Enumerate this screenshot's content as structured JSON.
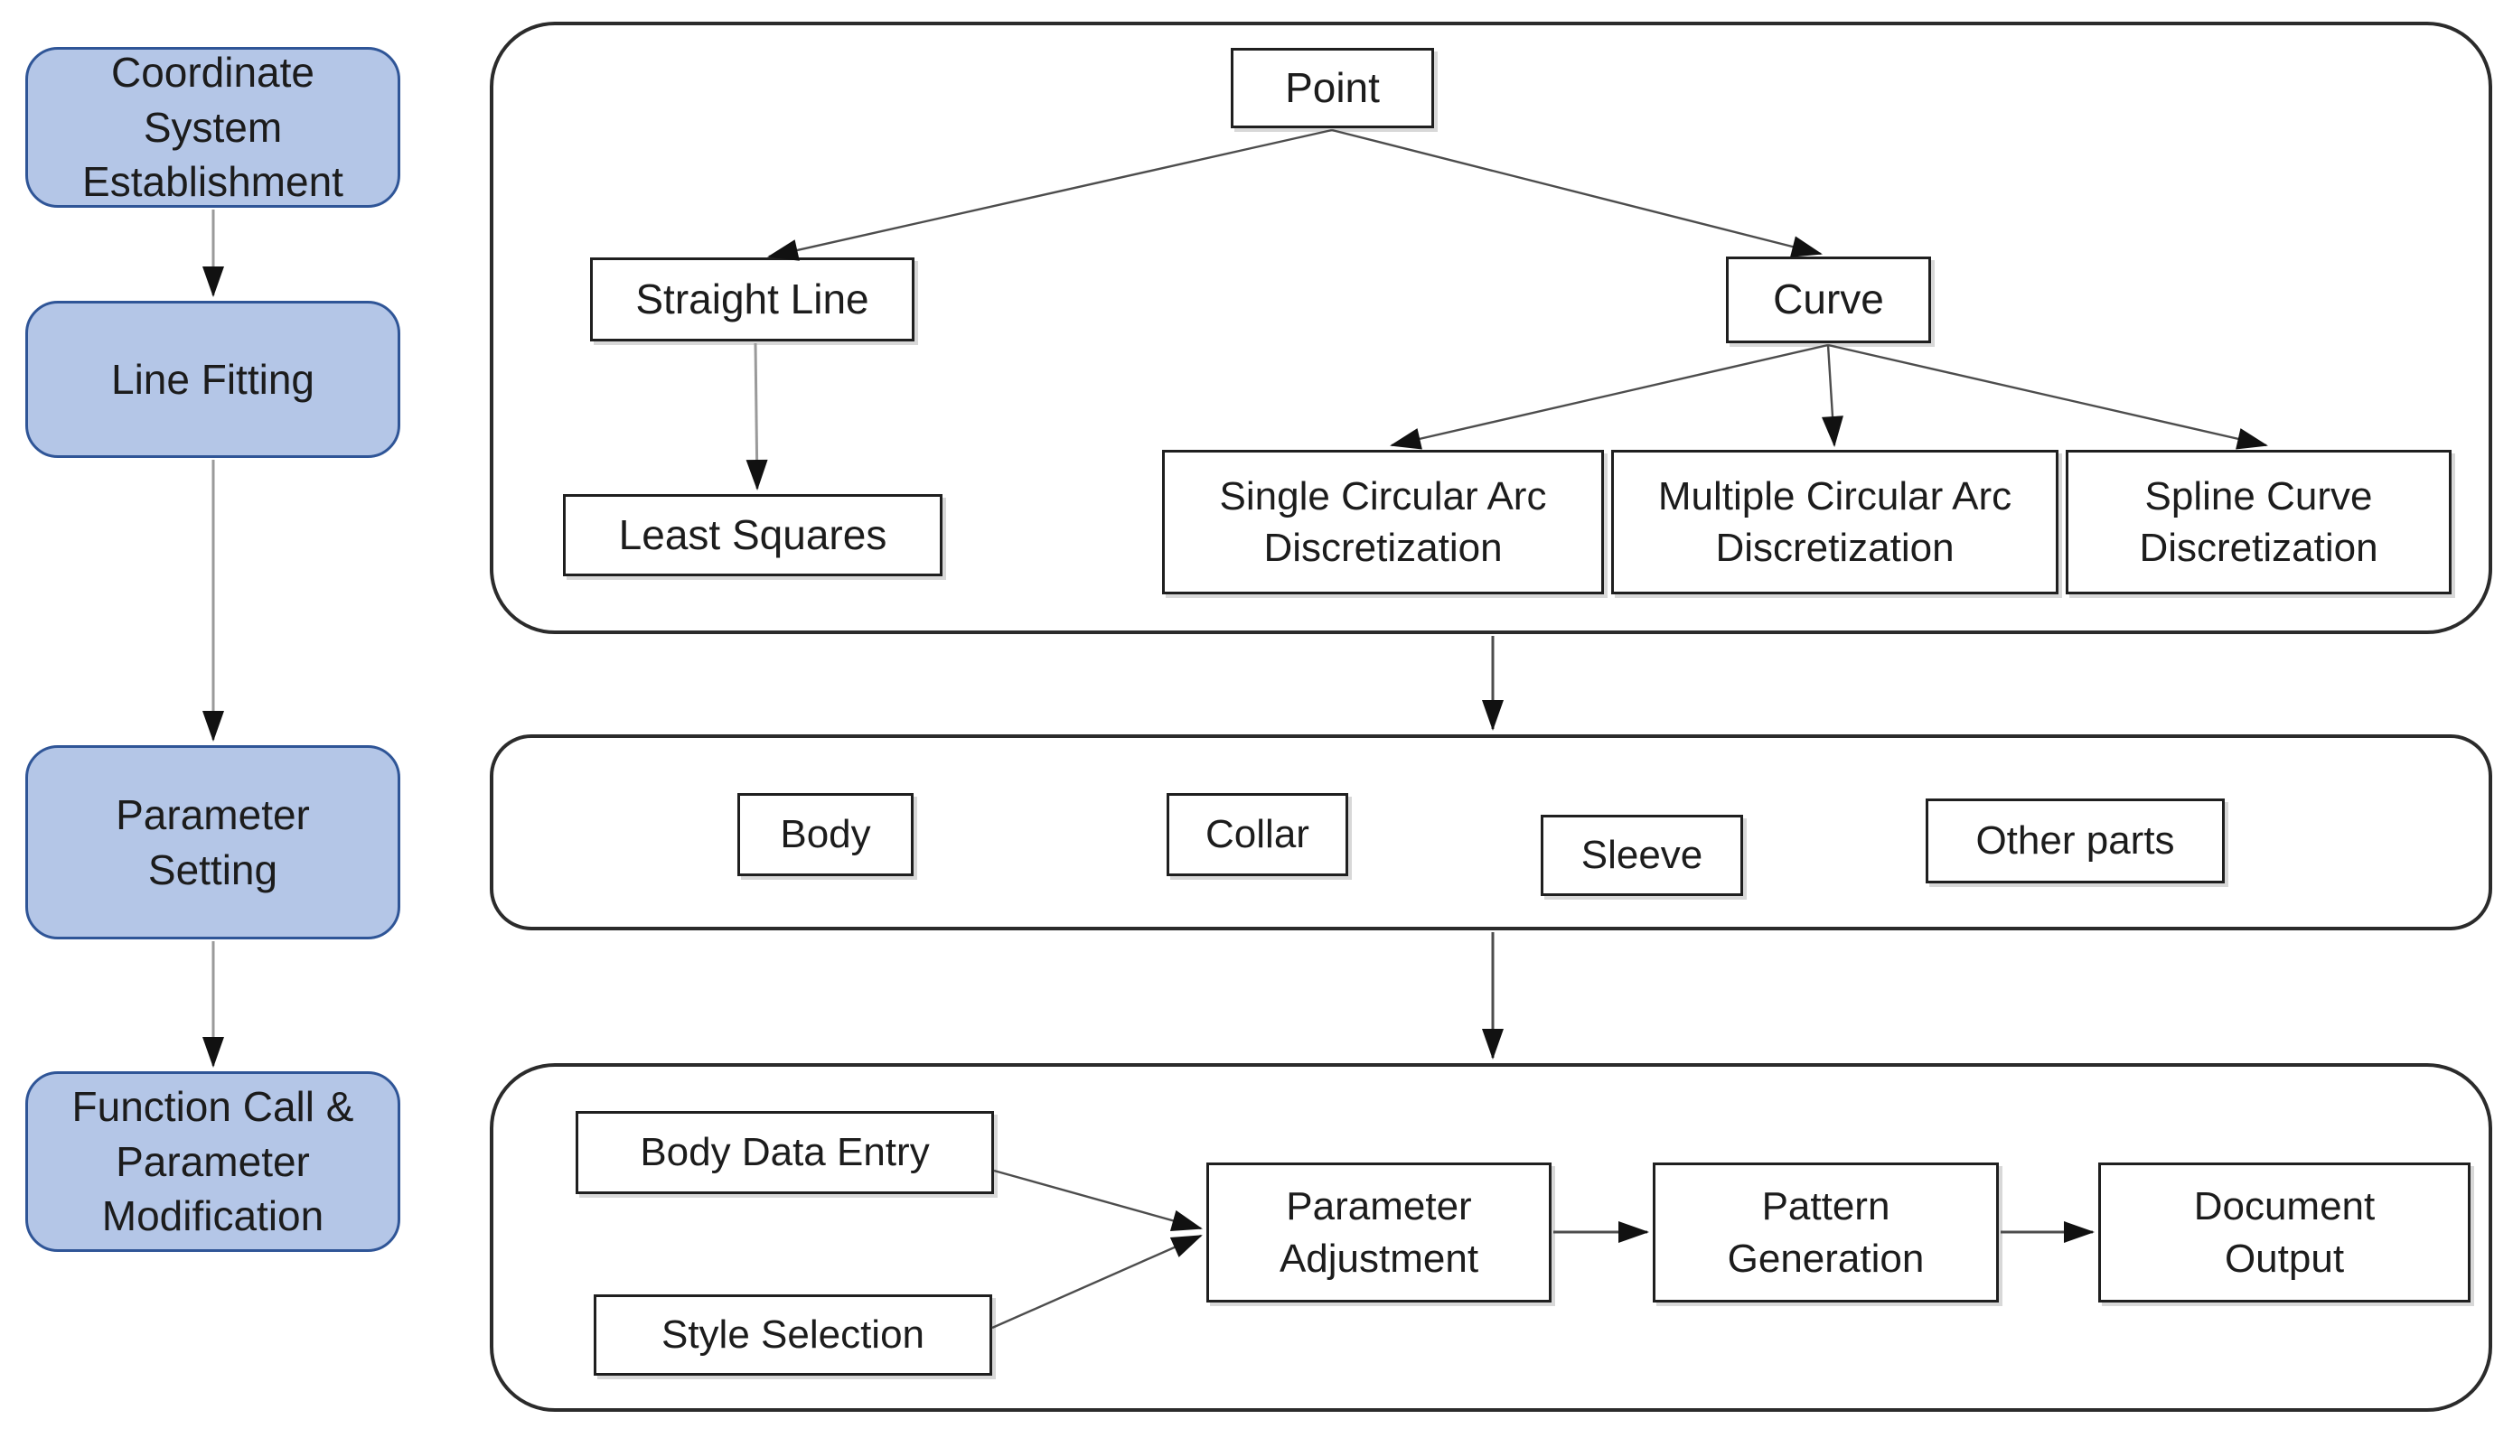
{
  "stages": [
    {
      "label": "Coordinate System Establishment"
    },
    {
      "label": "Line Fitting"
    },
    {
      "label": "Parameter Setting"
    },
    {
      "label": "Function Call & Parameter Modification"
    }
  ],
  "line_fitting_panel": {
    "point_label": "Point",
    "straight_line_label": "Straight Line",
    "curve_label": "Curve",
    "least_squares_label": "Least Squares",
    "single_arc_label": "Single Circular Arc Discretization",
    "multiple_arc_label": "Multiple Circular Arc Discretization",
    "spline_label": "Spline Curve Discretization"
  },
  "parts_panel": {
    "items": [
      "Body",
      "Collar",
      "Sleeve",
      "Other parts"
    ]
  },
  "workflow_panel": {
    "body_data_entry_label": "Body Data Entry",
    "style_selection_label": "Style Selection",
    "parameter_adjustment_label": "Parameter Adjustment",
    "pattern_generation_label": "Pattern Generation",
    "document_output_label": "Document Output"
  },
  "colors": {
    "stage_fill": "#b4c6e7",
    "stage_border": "#2f5597",
    "node_border": "#1f1f1f",
    "panel_border": "#2b2b2b",
    "arrow_gray": "#9a9a9a",
    "arrow_dark": "#4d4d4d",
    "text": "#1c1c1c",
    "background": "#ffffff"
  }
}
